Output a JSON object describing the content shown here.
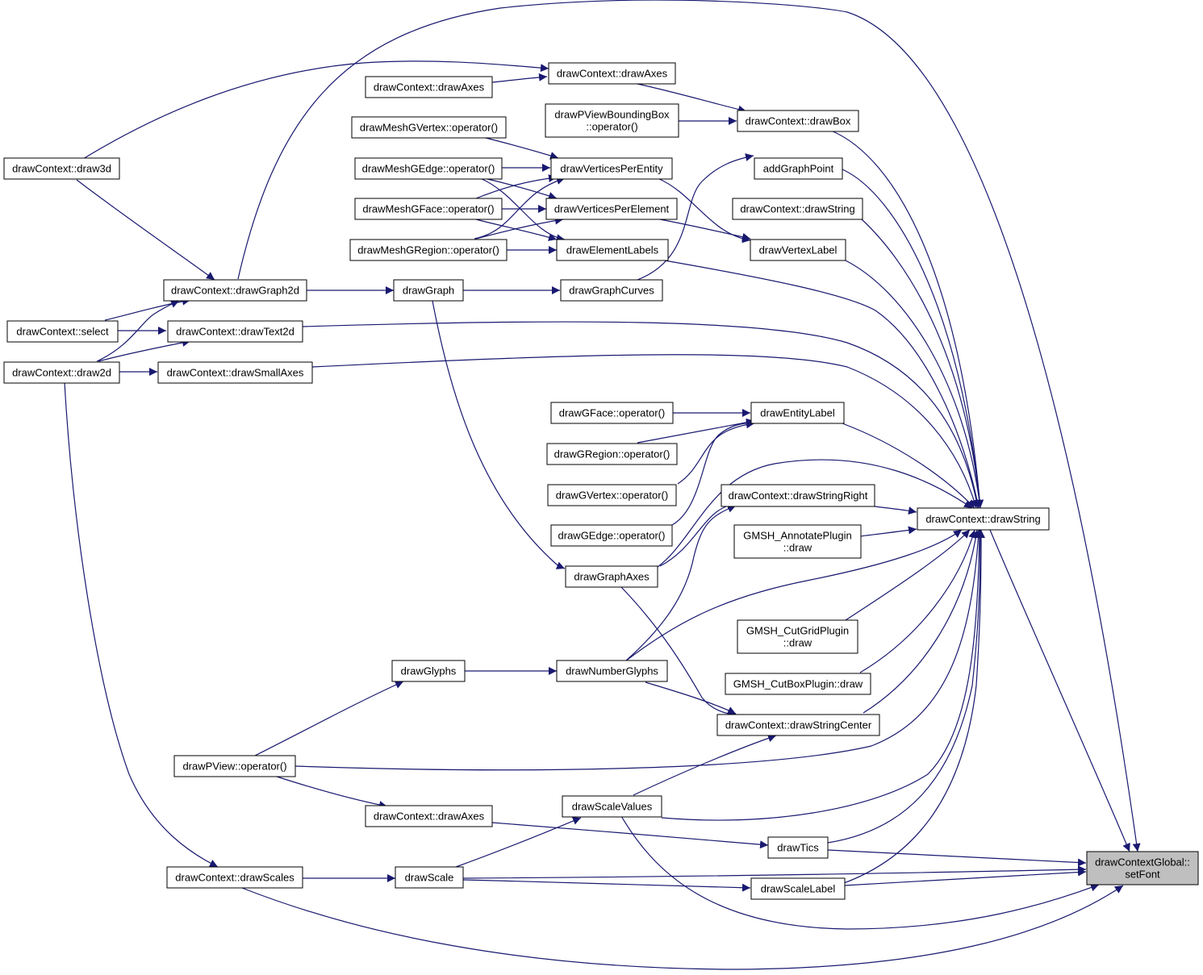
{
  "colors": {
    "edge": "#191970",
    "node_border": "#000000",
    "node_fill": "#ffffff",
    "root_fill": "#bfbfbf"
  },
  "nodes": [
    {
      "id": "root",
      "lines": [
        "drawContextGlobal::",
        "setFont"
      ]
    },
    {
      "id": "ds",
      "lines": [
        "drawContext::drawString"
      ]
    },
    {
      "id": "dsr",
      "lines": [
        "drawContext::drawStringRight"
      ]
    },
    {
      "id": "dsc",
      "lines": [
        "drawContext::drawStringCenter"
      ]
    },
    {
      "id": "dstr2",
      "lines": [
        "drawContext::drawString"
      ]
    },
    {
      "id": "box",
      "lines": [
        "drawContext::drawBox"
      ]
    },
    {
      "id": "axes1",
      "lines": [
        "drawContext::drawAxes"
      ]
    },
    {
      "id": "axes2",
      "lines": [
        "drawContext::drawAxes"
      ]
    },
    {
      "id": "axes3",
      "lines": [
        "drawContext::drawAxes"
      ]
    },
    {
      "id": "pvbb",
      "lines": [
        "drawPViewBoundingBox",
        "::operator()"
      ]
    },
    {
      "id": "d3d",
      "lines": [
        "drawContext::draw3d"
      ]
    },
    {
      "id": "dg2d",
      "lines": [
        "drawContext::drawGraph2d"
      ]
    },
    {
      "id": "sel",
      "lines": [
        "drawContext::select"
      ]
    },
    {
      "id": "d2d",
      "lines": [
        "drawContext::draw2d"
      ]
    },
    {
      "id": "dt2d",
      "lines": [
        "drawContext::drawText2d"
      ]
    },
    {
      "id": "dsa",
      "lines": [
        "drawContext::drawSmallAxes"
      ]
    },
    {
      "id": "mgv",
      "lines": [
        "drawMeshGVertex::operator()"
      ]
    },
    {
      "id": "mge",
      "lines": [
        "drawMeshGEdge::operator()"
      ]
    },
    {
      "id": "mgf",
      "lines": [
        "drawMeshGFace::operator()"
      ]
    },
    {
      "id": "mgr",
      "lines": [
        "drawMeshGRegion::operator()"
      ]
    },
    {
      "id": "vpe",
      "lines": [
        "drawVerticesPerEntity"
      ]
    },
    {
      "id": "vpel",
      "lines": [
        "drawVerticesPerElement"
      ]
    },
    {
      "id": "el",
      "lines": [
        "drawElementLabels"
      ]
    },
    {
      "id": "agp",
      "lines": [
        "addGraphPoint"
      ]
    },
    {
      "id": "vl",
      "lines": [
        "drawVertexLabel"
      ]
    },
    {
      "id": "dgr",
      "lines": [
        "drawGraph"
      ]
    },
    {
      "id": "dgc",
      "lines": [
        "drawGraphCurves"
      ]
    },
    {
      "id": "dgf",
      "lines": [
        "drawGFace::operator()"
      ]
    },
    {
      "id": "dgrg",
      "lines": [
        "drawGRegion::operator()"
      ]
    },
    {
      "id": "dgv",
      "lines": [
        "drawGVertex::operator()"
      ]
    },
    {
      "id": "dge",
      "lines": [
        "drawGEdge::operator()"
      ]
    },
    {
      "id": "entl",
      "lines": [
        "drawEntityLabel"
      ]
    },
    {
      "id": "ann",
      "lines": [
        "GMSH_AnnotatePlugin",
        "::draw"
      ]
    },
    {
      "id": "gax",
      "lines": [
        "drawGraphAxes"
      ]
    },
    {
      "id": "cgp",
      "lines": [
        "GMSH_CutGridPlugin",
        "::draw"
      ]
    },
    {
      "id": "cbp",
      "lines": [
        "GMSH_CutBoxPlugin::draw"
      ]
    },
    {
      "id": "glyphs",
      "lines": [
        "drawGlyphs"
      ]
    },
    {
      "id": "nglyphs",
      "lines": [
        "drawNumberGlyphs"
      ]
    },
    {
      "id": "pview",
      "lines": [
        "drawPView::operator()"
      ]
    },
    {
      "id": "sv",
      "lines": [
        "drawScaleValues"
      ]
    },
    {
      "id": "tics",
      "lines": [
        "drawTics"
      ]
    },
    {
      "id": "scale",
      "lines": [
        "drawScale"
      ]
    },
    {
      "id": "sl",
      "lines": [
        "drawScaleLabel"
      ]
    },
    {
      "id": "scales",
      "lines": [
        "drawContext::drawScales"
      ]
    }
  ]
}
